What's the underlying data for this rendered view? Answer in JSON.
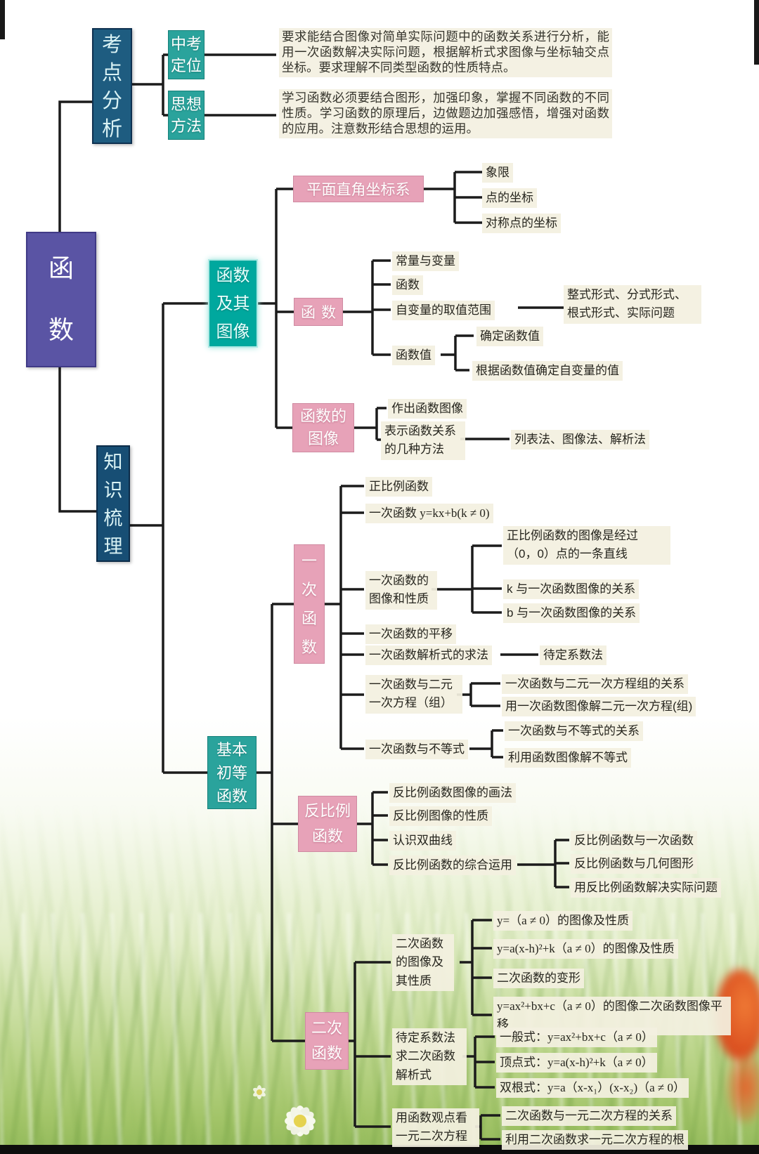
{
  "colors": {
    "root_purple": "#5a54a4",
    "level1_dark_blue": "#1e5c80",
    "teal": "#2aa39c",
    "bright_teal": "#00a89e",
    "pink": "#e7a2b8",
    "leaf_background": "#f3f0e1",
    "line": "#1b1b1b"
  },
  "root": {
    "label": "函数"
  },
  "exam_analysis": {
    "label": "考点分析",
    "positioning": {
      "label": "中考定位",
      "desc": "要求能结合图像对简单实际问题中的函数关系进行分析，能用一次函数解决实际问题，根据解析式求图像与坐标轴交点坐标。要求理解不同类型函数的性质特点。"
    },
    "method": {
      "label": "思想方法",
      "desc": "学习函数必须要结合图形，加强印象，掌握不同函数的不同性质。学习函数的原理后，边做题边加强感悟，增强对函数的应用。注意数形结合思想的运用。"
    }
  },
  "knowledge": {
    "label": "知识梳理",
    "function_graph": {
      "label": "函数及其图像",
      "coordinate_system": {
        "label": "平面直角坐标系",
        "items": [
          "象限",
          "点的坐标",
          "对称点的坐标"
        ]
      },
      "function": {
        "label": "函数",
        "items": [
          "常量与变量",
          "函数",
          "自变量的取值范围",
          "函数值"
        ],
        "domain_forms": "整式形式、分式形式、根式形式、实际问题",
        "value_items": [
          "确定函数值",
          "根据函数值确定自变量的值"
        ]
      },
      "graph": {
        "label": "函数的图像",
        "items": [
          "作出函数图像",
          "表示函数关系的几种方法"
        ],
        "methods": "列表法、图像法、解析法"
      }
    },
    "basic_functions": {
      "label": "基本初等函数",
      "linear": {
        "label": "一次函数",
        "proportional": "正比例函数",
        "definition": "一次函数 y=kx+b(k ≠ 0)",
        "graph_props": {
          "label": "一次函数的图像和性质",
          "items": [
            "正比例函数的图像是经过（0，0）点的一条直线",
            "k 与一次函数图像的关系",
            "b 与一次函数图像的关系"
          ]
        },
        "translation": "一次函数的平移",
        "analytic": {
          "label": "一次函数解析式的求法",
          "method": "待定系数法"
        },
        "system": {
          "label": "一次函数与二元一次方程（组）",
          "items": [
            "一次函数与二元一次方程组的关系",
            "用一次函数图像解二元一次方程(组)"
          ]
        },
        "inequality": {
          "label": "一次函数与不等式",
          "items": [
            "一次函数与不等式的关系",
            "利用函数图像解不等式"
          ]
        }
      },
      "inverse": {
        "label": "反比例函数",
        "items": [
          "反比例函数图像的画法",
          "反比例图像的性质",
          "认识双曲线"
        ],
        "comprehensive": {
          "label": "反比例函数的综合运用",
          "items": [
            "反比例函数与一次函数",
            "反比例函数与几何图形",
            "用反比例函数解决实际问题"
          ]
        }
      },
      "quadratic": {
        "label": "二次函数",
        "graph_props": {
          "label": "二次函数的图像及其性质",
          "items": [
            "y=（a ≠ 0）的图像及性质",
            "y=a(x-h)²+k（a ≠ 0）的图像及性质",
            "二次函数的变形",
            "y=ax²+bx+c（a ≠ 0）的图像二次函数图像平移"
          ]
        },
        "analytic": {
          "label": "待定系数法求二次函数解析式",
          "items": [
            "一般式：y=ax²+bx+c（a ≠ 0）",
            "顶点式：y=a(x-h)²+k（a ≠ 0）",
            "双根式：y=a（x-x₁）(x-x₂)（a ≠ 0）"
          ]
        },
        "equation_view": {
          "label": "用函数观点看一元二次方程",
          "items": [
            "二次函数与一元二次方程的关系",
            "利用二次函数求一元二次方程的根"
          ]
        }
      }
    }
  }
}
